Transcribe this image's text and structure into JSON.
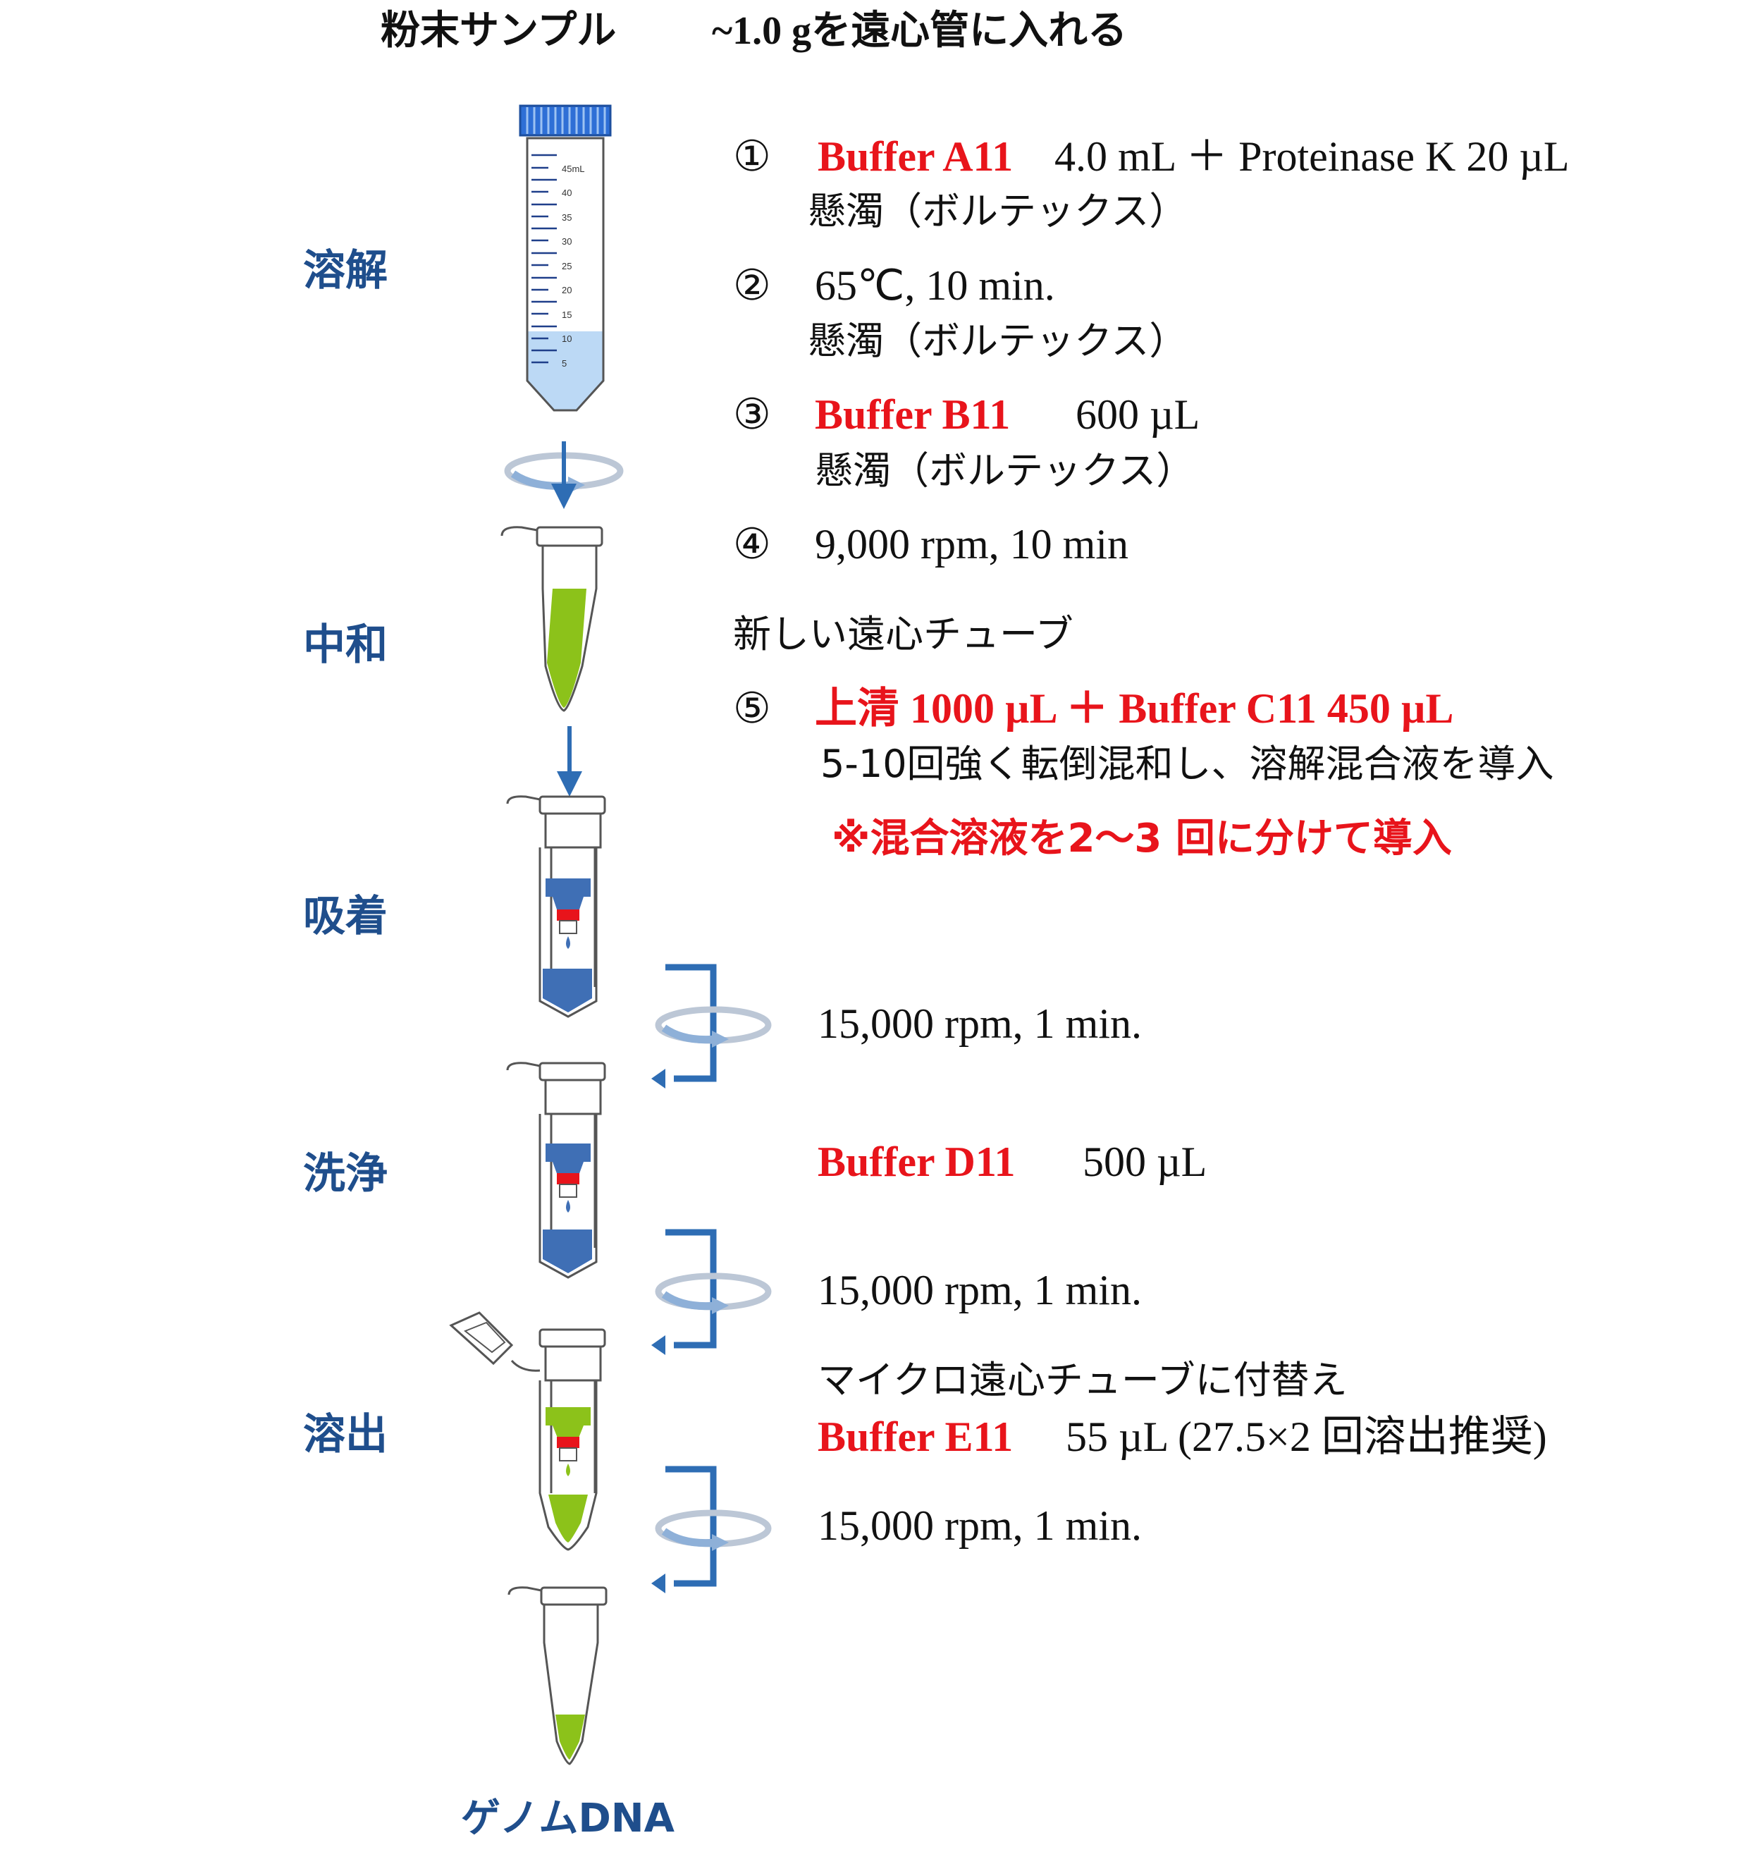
{
  "title": {
    "sample": "粉末サンプル",
    "amount": "~1.0 gを遠心管に入れる"
  },
  "stages": {
    "lysis": "溶解",
    "neutralize": "中和",
    "adsorb": "吸着",
    "wash": "洗浄",
    "elute": "溶出"
  },
  "tube_scale": [
    "45mL",
    "40",
    "35",
    "30",
    "25",
    "20",
    "15",
    "10",
    "5"
  ],
  "steps": {
    "s1": {
      "num": "①",
      "reagent": "Buffer A11",
      "detail": "4.0 mL ＋ Proteinase K   20 µL",
      "action": "懸濁（ボルテックス）"
    },
    "s2": {
      "num": "②",
      "detail": "65℃, 10 min.",
      "action": "懸濁（ボルテックス）"
    },
    "s3": {
      "num": "③",
      "reagent": "Buffer B11",
      "detail": "600 µL",
      "action": "懸濁（ボルテックス）"
    },
    "s4": {
      "num": "④",
      "detail": "9,000 rpm, 10 min"
    },
    "new_tube": "新しい遠心チューブ",
    "s5": {
      "num": "⑤",
      "detail": "上清 1000 µL ＋ Buffer C11   450 µL",
      "action": "5-10回強く転倒混和し、溶解混合液を導入",
      "note": "※混合溶液を2〜3 回に分けて導入"
    }
  },
  "spin1": "15,000 rpm,  1 min.",
  "wash": {
    "reagent": "Buffer D11",
    "volume": "500 µL"
  },
  "spin2": "15,000 rpm,  1 min.",
  "elute": {
    "change": "マイクロ遠心チューブに付替え",
    "reagent": "Buffer E11",
    "volume": "55 µL  (27.5×2 回溶出推奨)"
  },
  "spin3": "15,000 rpm,  1 min.",
  "result": "ゲノムDNA",
  "colors": {
    "red": "#e8141b",
    "stage_blue": "#1f4e8c",
    "arrow_blue": "#2e6db4",
    "liquid_blue": "#bcd9f5",
    "column_blue": "#3f6fb5",
    "green": "#8cc21a"
  }
}
